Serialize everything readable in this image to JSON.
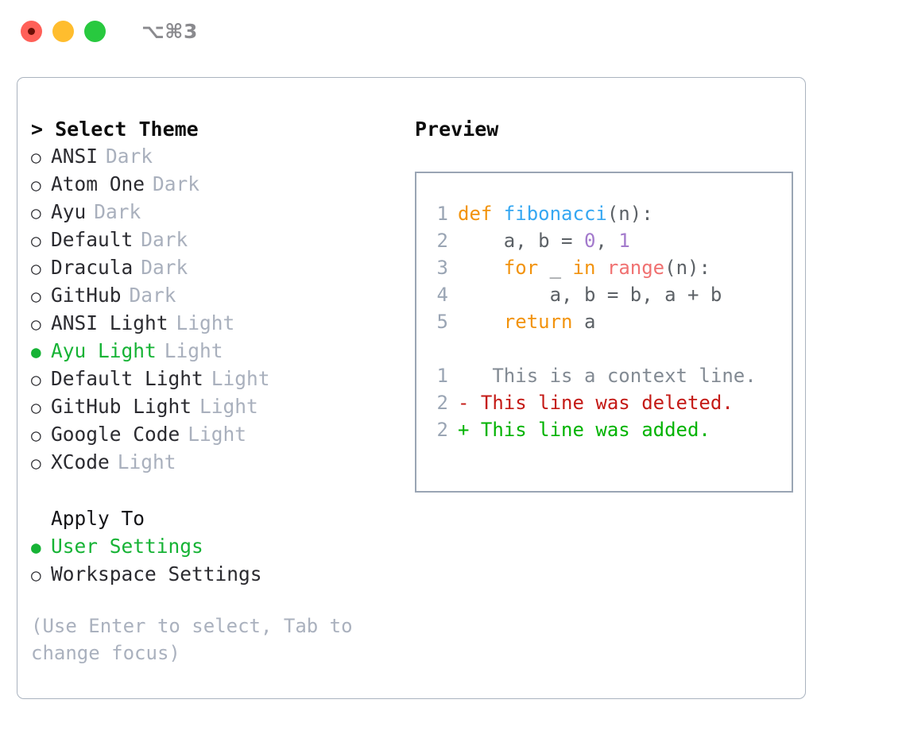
{
  "titlebar": {
    "shortcut": "⌥⌘3",
    "lights": [
      {
        "name": "close",
        "color": "#ff6058"
      },
      {
        "name": "minimize",
        "color": "#ffbd2e"
      },
      {
        "name": "maximize",
        "color": "#28c93f"
      }
    ]
  },
  "theme_panel": {
    "header": "> Select Theme",
    "selected_theme": "Ayu Light",
    "selected_color": "#16b335",
    "items": [
      {
        "marker": "○",
        "label": "ANSI",
        "tag": "Dark",
        "selected": false
      },
      {
        "marker": "○",
        "label": "Atom One",
        "tag": "Dark",
        "selected": false
      },
      {
        "marker": "○",
        "label": "Ayu",
        "tag": "Dark",
        "selected": false
      },
      {
        "marker": "○",
        "label": "Default",
        "tag": "Dark",
        "selected": false
      },
      {
        "marker": "○",
        "label": "Dracula",
        "tag": "Dark",
        "selected": false
      },
      {
        "marker": "○",
        "label": "GitHub",
        "tag": "Dark",
        "selected": false
      },
      {
        "marker": "○",
        "label": "ANSI Light",
        "tag": "Light",
        "selected": false
      },
      {
        "marker": "●",
        "label": "Ayu Light",
        "tag": "Light",
        "selected": true
      },
      {
        "marker": "○",
        "label": "Default Light",
        "tag": "Light",
        "selected": false
      },
      {
        "marker": "○",
        "label": "GitHub Light",
        "tag": "Light",
        "selected": false
      },
      {
        "marker": "○",
        "label": "Google Code",
        "tag": "Light",
        "selected": false
      },
      {
        "marker": "○",
        "label": "XCode",
        "tag": "Light",
        "selected": false
      }
    ]
  },
  "apply_to": {
    "header": "Apply To",
    "selected_option": "User Settings",
    "items": [
      {
        "marker": "●",
        "label": "User Settings",
        "selected": true
      },
      {
        "marker": "○",
        "label": "Workspace Settings",
        "selected": false
      }
    ]
  },
  "hint": "(Use Enter to select, Tab to change focus)",
  "preview": {
    "title": "Preview",
    "code_lines": [
      {
        "number": "1",
        "tokens": [
          {
            "text": "def ",
            "type": "kw"
          },
          {
            "text": "fibonacci",
            "type": "fn"
          },
          {
            "text": "(n):",
            "type": "punct"
          }
        ]
      },
      {
        "number": "2",
        "tokens": [
          {
            "text": "    a, b = ",
            "type": "plain"
          },
          {
            "text": "0",
            "type": "num"
          },
          {
            "text": ", ",
            "type": "plain"
          },
          {
            "text": "1",
            "type": "num"
          }
        ]
      },
      {
        "number": "3",
        "tokens": [
          {
            "text": "    ",
            "type": "plain"
          },
          {
            "text": "for",
            "type": "kw"
          },
          {
            "text": " _ ",
            "type": "plain"
          },
          {
            "text": "in",
            "type": "kw"
          },
          {
            "text": " ",
            "type": "plain"
          },
          {
            "text": "range",
            "type": "call"
          },
          {
            "text": "(n):",
            "type": "punct"
          }
        ]
      },
      {
        "number": "4",
        "tokens": [
          {
            "text": "        a, b = b, a + b",
            "type": "plain"
          }
        ]
      },
      {
        "number": "5",
        "tokens": [
          {
            "text": "    ",
            "type": "plain"
          },
          {
            "text": "return",
            "type": "kw"
          },
          {
            "text": " a",
            "type": "plain"
          }
        ]
      }
    ],
    "diff_lines": [
      {
        "number": "1",
        "sign": " ",
        "text": "  This is a context line.",
        "type": "context"
      },
      {
        "number": "2",
        "sign": "-",
        "text": " This line was deleted.",
        "type": "del"
      },
      {
        "number": "2",
        "sign": "+",
        "text": " This line was added.",
        "type": "add"
      }
    ]
  },
  "colors": {
    "keyword": "#f2930d",
    "function": "#35a7f2",
    "number": "#a37acc",
    "call": "#f07171",
    "plain": "#5c6166",
    "gutter": "#9aa5b4",
    "diff_context": "#828a93",
    "diff_delete": "#c41a16",
    "diff_add": "#00b300",
    "tag_muted": "#a9b0bd",
    "border": "#aab3bf"
  }
}
